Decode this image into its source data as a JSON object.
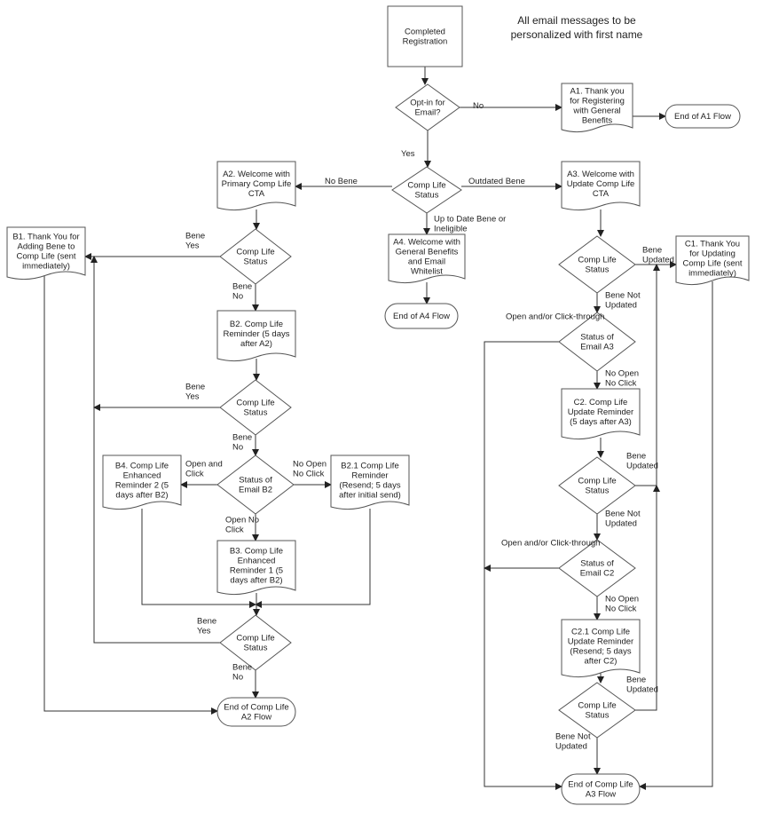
{
  "note": "All email messages to be personalized with first name",
  "nodes": [
    {
      "id": "start",
      "shape": "process",
      "text": "Completed Registration"
    },
    {
      "id": "optin",
      "shape": "decision",
      "text": "Opt-in for Email?"
    },
    {
      "id": "a1",
      "shape": "document",
      "text": "A1. Thank you for Registering with General Benefits"
    },
    {
      "id": "end_a1",
      "shape": "terminator",
      "text": "End of A1 Flow"
    },
    {
      "id": "status_main",
      "shape": "decision",
      "text": "Comp Life Status"
    },
    {
      "id": "a2",
      "shape": "document",
      "text": "A2. Welcome with Primary Comp Life CTA"
    },
    {
      "id": "a3",
      "shape": "document",
      "text": "A3. Welcome with Update Comp Life CTA"
    },
    {
      "id": "a4",
      "shape": "document",
      "text": "A4. Welcome with General Benefits and Email Whitelist"
    },
    {
      "id": "end_a4",
      "shape": "terminator",
      "text": "End of A4 Flow"
    },
    {
      "id": "b1",
      "shape": "document",
      "text": "B1. Thank You for Adding Bene to Comp Life (sent immediately)"
    },
    {
      "id": "status_b_1",
      "shape": "decision",
      "text": "Comp Life Status"
    },
    {
      "id": "b2",
      "shape": "document",
      "text": "B2. Comp Life Reminder (5 days after A2)"
    },
    {
      "id": "status_b_2",
      "shape": "decision",
      "text": "Comp Life Status"
    },
    {
      "id": "email_b2",
      "shape": "decision",
      "text": "Status of Email B2"
    },
    {
      "id": "b4",
      "shape": "document",
      "text": "B4. Comp Life Enhanced Reminder 2 (5 days after B2)"
    },
    {
      "id": "b21",
      "shape": "document",
      "text": "B2.1 Comp Life Reminder (Resend; 5 days after initial send)"
    },
    {
      "id": "b3",
      "shape": "document",
      "text": "B3. Comp Life Enhanced Reminder 1 (5 days after B2)"
    },
    {
      "id": "status_b_3",
      "shape": "decision",
      "text": "Comp Life Status"
    },
    {
      "id": "end_a2",
      "shape": "terminator",
      "text": "End of Comp Life A2 Flow"
    },
    {
      "id": "status_c_1",
      "shape": "decision",
      "text": "Comp Life Status"
    },
    {
      "id": "c1",
      "shape": "document",
      "text": "C1. Thank You for Updating Comp Life (sent immediately)"
    },
    {
      "id": "email_a3",
      "shape": "decision",
      "text": "Status of Email A3"
    },
    {
      "id": "c2",
      "shape": "document",
      "text": "C2. Comp Life Update Reminder (5 days after A3)"
    },
    {
      "id": "status_c_2",
      "shape": "decision",
      "text": "Comp Life Status"
    },
    {
      "id": "email_c2",
      "shape": "decision",
      "text": "Status of Email C2"
    },
    {
      "id": "c21",
      "shape": "document",
      "text": "C2.1 Comp Life Update Reminder (Resend; 5 days after C2)"
    },
    {
      "id": "status_c_3",
      "shape": "decision",
      "text": "Comp Life Status"
    },
    {
      "id": "end_a3",
      "shape": "terminator",
      "text": "End of Comp Life A3 Flow"
    }
  ],
  "edge_labels": [
    {
      "id": "lbl_no_optin",
      "text": "No"
    },
    {
      "id": "lbl_yes_optin",
      "text": "Yes"
    },
    {
      "id": "lbl_no_bene",
      "text": "No Bene"
    },
    {
      "id": "lbl_outdated",
      "text": "Outdated Bene"
    },
    {
      "id": "lbl_uptodate",
      "text": "Up to Date Bene or Ineligible"
    },
    {
      "id": "lbl_b1_yes",
      "text": "Bene Yes"
    },
    {
      "id": "lbl_b1_no",
      "text": "Bene No"
    },
    {
      "id": "lbl_b2_yes",
      "text": "Bene Yes"
    },
    {
      "id": "lbl_b2_no",
      "text": "Bene No"
    },
    {
      "id": "lbl_open_click",
      "text": "Open and Click"
    },
    {
      "id": "lbl_noopen_noclick",
      "text": "No Open No Click"
    },
    {
      "id": "lbl_open_noclick",
      "text": "Open No Click"
    },
    {
      "id": "lbl_b3_yes",
      "text": "Bene Yes"
    },
    {
      "id": "lbl_b3_no",
      "text": "Bene No"
    },
    {
      "id": "lbl_c1_updated",
      "text": "Bene Updated"
    },
    {
      "id": "lbl_c1_notupdated",
      "text": "Bene Not Updated"
    },
    {
      "id": "lbl_a3_open",
      "text": "Open and/or Click-through"
    },
    {
      "id": "lbl_a3_noopen",
      "text": "No Open No Click"
    },
    {
      "id": "lbl_c2_updated",
      "text": "Bene Updated"
    },
    {
      "id": "lbl_c2_notupdated",
      "text": "Bene Not Updated"
    },
    {
      "id": "lbl_c2email_open",
      "text": "Open and/or Click-through"
    },
    {
      "id": "lbl_c2email_noopen",
      "text": "No Open No Click"
    },
    {
      "id": "lbl_c3_updated",
      "text": "Bene Updated"
    },
    {
      "id": "lbl_c3_notupdated",
      "text": "Bene Not Updated"
    }
  ]
}
